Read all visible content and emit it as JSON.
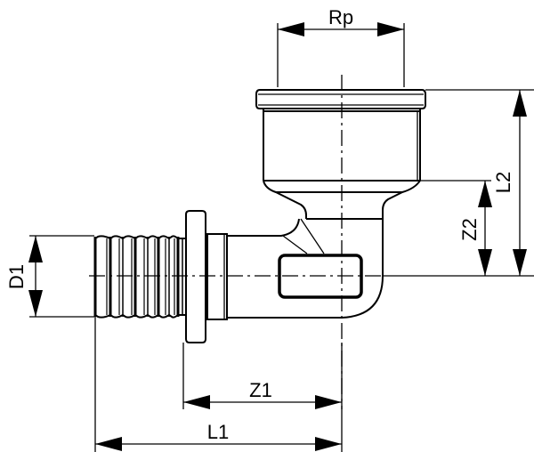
{
  "drawing": {
    "title": "Elbow fitting with female thread (Rp) and press/plug-in connection",
    "dimensions": {
      "rp": "Rp",
      "l2": "L2",
      "z2": "Z2",
      "d1": "D1",
      "z1": "Z1",
      "l1": "L1"
    },
    "line_color": "#000000",
    "background_color": "#ffffff"
  }
}
